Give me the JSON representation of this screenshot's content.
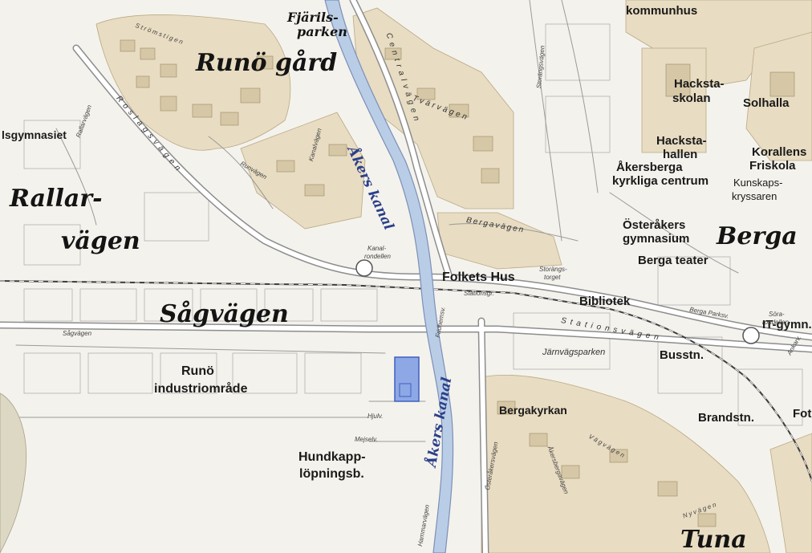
{
  "map": {
    "areas": {
      "runo_gard": "Runö gård",
      "rallar": "Rallar-",
      "vagen": "vägen",
      "sagvagen": "Sågvägen",
      "berga": "Berga",
      "tuna": "Tuna"
    },
    "places": {
      "kommunhus": "kommunhus",
      "fjarils1": "Fjärils-",
      "fjarils2": "parken",
      "gymnasiet": "lsgymnasiet",
      "hacksta_skolan1": "Hacksta-",
      "hacksta_skolan2": "skolan",
      "solhalla": "Solhalla",
      "hacksta_hallen1": "Hacksta-",
      "hacksta_hallen2": "hallen",
      "korallens1": "Korallens",
      "korallens2": "Friskola",
      "akersberga1": "Åkersberga",
      "akersberga2": "kyrkliga centrum",
      "kunskaps1": "Kunskaps-",
      "kunskaps2": "kryssaren",
      "osterakers1": "Österåkers",
      "osterakers2": "gymnasium",
      "berga_teater": "Berga teater",
      "folkets_hus": "Folkets Hus",
      "bibliotek": "Bibliotek",
      "it_gymn": "IT-gymn.",
      "busstn": "Busstn.",
      "brandstn": "Brandstn.",
      "fot": "Fot",
      "bergakyrkan": "Bergakyrkan",
      "runo_ind1": "Runö",
      "runo_ind2": "industriområde",
      "hundkapp1": "Hundkapp-",
      "hundkapp2": "löpningsb."
    },
    "water": {
      "akers_kanal_north": "Åkers kanal",
      "akers_kanal_south": "Åkers kanal"
    },
    "streets": {
      "roslagsvagen": "Roslagsvägen",
      "centralvagen": "Centralvägen",
      "tvarvagen": "Tvärvägen",
      "storangsvagen": "Storängsvägen",
      "stationsvagen": "Stationsvägen",
      "bergavagen": "Bergavägen",
      "runvagen": "Runvägen",
      "rallarvagen": "Rallarvägen",
      "sagvagen_street": "Sågvägen",
      "kanalrondellen1": "Kanal-",
      "kanalrondellen2": "rondellen",
      "storangstorget1": "Storängs-",
      "storangstorget2": "torget",
      "stationsgr": "Stationsgr.",
      "jarnvagsparken": "Järnvägsparken",
      "hjulv": "Hjulv.",
      "mejselv": "Mejselv.",
      "osteraker_svagen": "Österåkersvägen",
      "hammarvagen": "Hammarvägen",
      "akersbergav": "Åkersbergavägen",
      "bergaparksv": "Berga Parksv.",
      "sora_rondellen1": "Söra-",
      "sora_rondellen2": "rondellen",
      "stenstigen": "Strömstigen",
      "kanalvagen": "Kanalvägen",
      "vagvagen": "Vägvägen",
      "nyvagen": "Nyvägen",
      "fridhemsv": "Fridhemsv.",
      "ankarv": "Ankarv."
    },
    "colors": {
      "paper": "#f4f2ec",
      "residential": "#e8dcc2",
      "building": "#d6c7a6",
      "road": "#ffffff",
      "road_edge": "#8d8d8d",
      "rail": "#3c3c3c",
      "canal": "#b9cde6",
      "canal_edge": "#7c8fb8",
      "highlight": "#5a7fd6"
    }
  }
}
